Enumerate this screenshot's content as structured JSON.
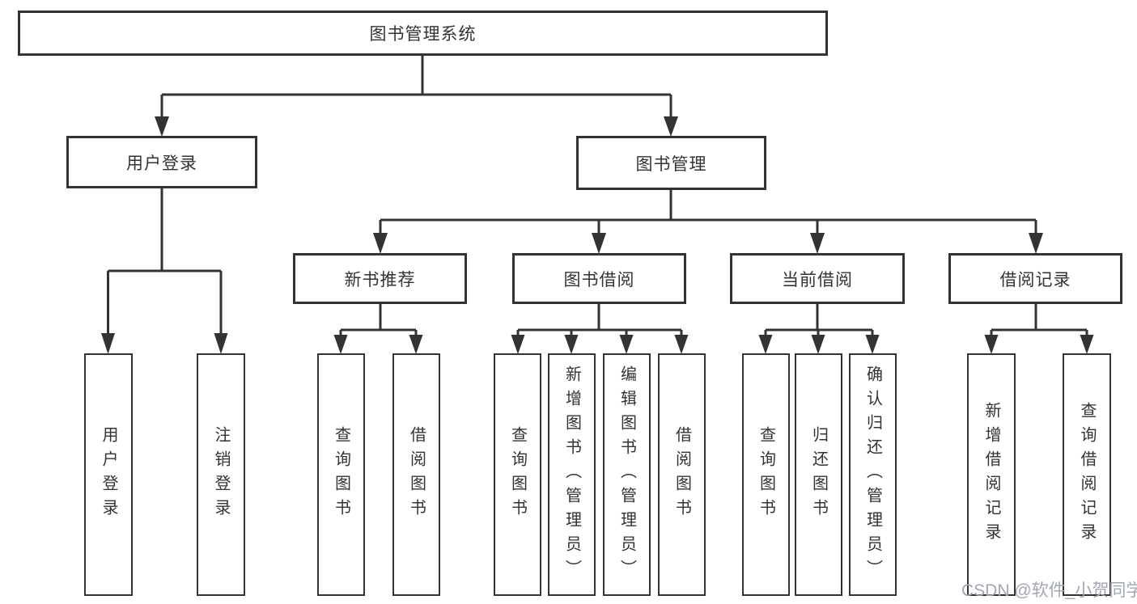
{
  "diagram": {
    "root": {
      "label": "图书管理系统"
    },
    "branches": [
      {
        "label": "用户登录",
        "children": [
          {
            "label": "用户登录"
          },
          {
            "label": "注销登录"
          }
        ]
      },
      {
        "label": "图书管理",
        "children": [
          {
            "label": "新书推荐",
            "children": [
              {
                "label": "查询图书"
              },
              {
                "label": "借阅图书"
              }
            ]
          },
          {
            "label": "图书借阅",
            "children": [
              {
                "label": "查询图书"
              },
              {
                "label": "新增图书（管理员）"
              },
              {
                "label": "编辑图书（管理员）"
              },
              {
                "label": "借阅图书"
              }
            ]
          },
          {
            "label": "当前借阅",
            "children": [
              {
                "label": "查询图书"
              },
              {
                "label": "归还图书"
              },
              {
                "label": "确认归还（管理员）"
              }
            ]
          },
          {
            "label": "借阅记录",
            "children": [
              {
                "label": "新增借阅记录"
              },
              {
                "label": "查询借阅记录"
              }
            ]
          }
        ]
      }
    ]
  },
  "watermark": {
    "text": "CSDN @软件_小贺同学"
  },
  "colors": {
    "line": "#333333",
    "box_border": "#333333",
    "box_fill": "#ffffff",
    "text": "#333333",
    "watermark": "#a2a6b4",
    "background": "#ffffff"
  }
}
